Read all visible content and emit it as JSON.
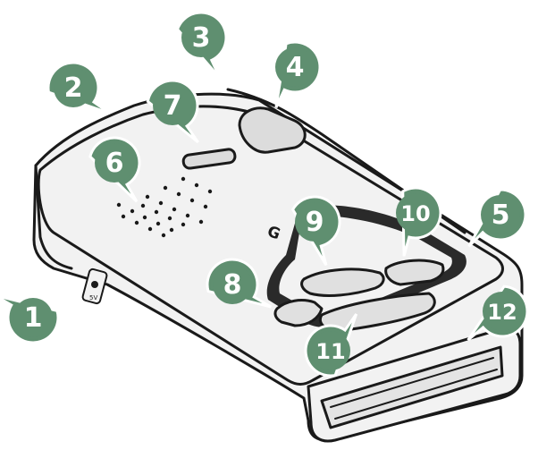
{
  "colors": {
    "callout_fill": "#5f8f70",
    "callout_stroke": "#ffffff",
    "callout_text": "#ffffff",
    "device_fill": "#f2f2f2",
    "device_line": "#1a1a1a"
  },
  "device": {
    "body_text": "G",
    "port_label": "5V"
  },
  "callouts": [
    {
      "id": "1",
      "label": "1"
    },
    {
      "id": "2",
      "label": "2"
    },
    {
      "id": "3",
      "label": "3"
    },
    {
      "id": "4",
      "label": "4"
    },
    {
      "id": "5",
      "label": "5"
    },
    {
      "id": "6",
      "label": "6"
    },
    {
      "id": "7",
      "label": "7"
    },
    {
      "id": "8",
      "label": "8"
    },
    {
      "id": "9",
      "label": "9"
    },
    {
      "id": "10",
      "label": "10"
    },
    {
      "id": "11",
      "label": "11"
    },
    {
      "id": "12",
      "label": "12"
    }
  ]
}
